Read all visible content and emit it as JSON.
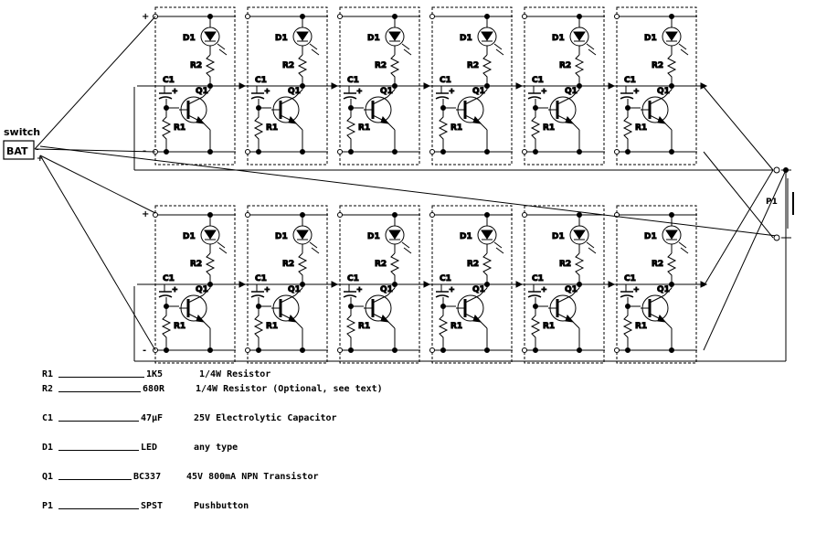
{
  "battery": {
    "label": "BAT",
    "switch_label": "switch",
    "plus": "+",
    "minus": "-"
  },
  "cell_labels": {
    "led": "D1",
    "resistor2": "R2",
    "capacitor": "C1",
    "cap_plus": "+",
    "transistor": "Q1",
    "resistor1": "R1"
  },
  "rail_marks": {
    "top_plus": "+",
    "top_minus": "-",
    "bottom_plus": "+",
    "bottom_minus": "-"
  },
  "pushbutton_label": "P1",
  "parts_list": [
    {
      "ref": "R1",
      "value": "1K5",
      "desc": "1/4W Resistor"
    },
    {
      "ref": "R2",
      "value": "680R",
      "desc": "1/4W Resistor (Optional, see text)"
    },
    {
      "ref": "C1",
      "value": "47µF",
      "desc": "25V Electrolytic Capacitor"
    },
    {
      "ref": "D1",
      "value": "LED",
      "desc": "any type"
    },
    {
      "ref": "Q1",
      "value": "BC337",
      "desc": "45V 800mA NPN Transistor"
    },
    {
      "ref": "P1",
      "value": "SPST",
      "desc": "Pushbutton"
    }
  ]
}
